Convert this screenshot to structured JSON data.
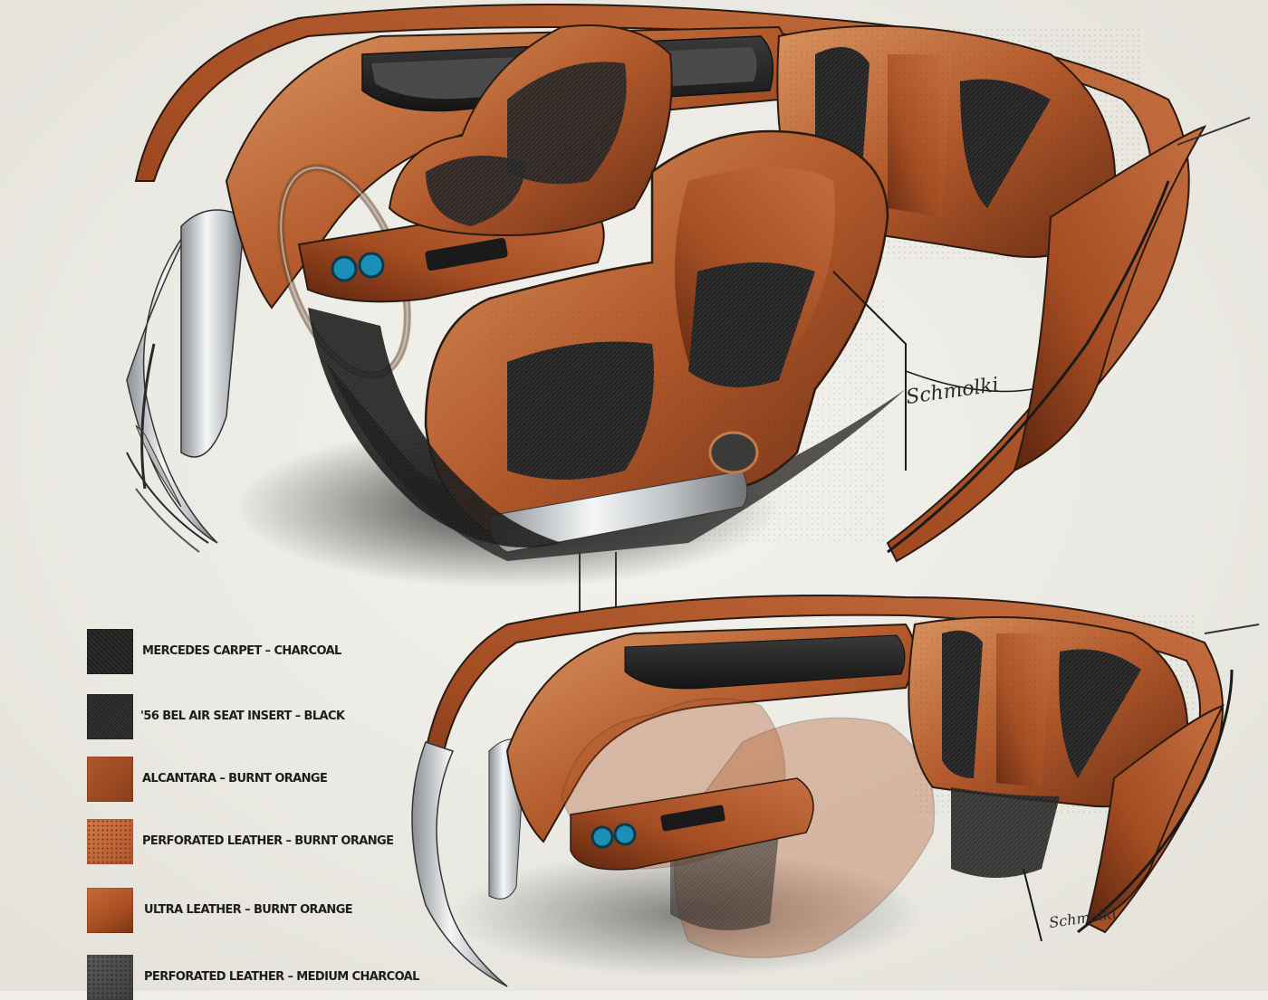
{
  "sketch": {
    "signature": "Schmolki",
    "colors": {
      "paper": "#efeee9",
      "leather_burnt_orange": "#b2592c",
      "leather_highlight": "#d9935e",
      "leather_shadow": "#6a2d12",
      "charcoal": "#242424",
      "chrome": "#cfd3d6"
    },
    "views": [
      {
        "name": "interior-view-driver-seat",
        "description_icon": "car-interior-sketch-icon"
      },
      {
        "name": "interior-view-rear-bench",
        "description_icon": "car-interior-sketch-icon"
      }
    ]
  },
  "legend": {
    "items": [
      {
        "label": "Mercedes Carpet – Charcoal",
        "swatch_color": "#1f1f1f",
        "texture": "carpet"
      },
      {
        "label": "'56 Bel Air Seat Insert – Black",
        "swatch_color": "#2b2b2b",
        "texture": "woven"
      },
      {
        "label": "Alcantara – Burnt Orange",
        "swatch_color": "#9c4a22",
        "texture": "suede"
      },
      {
        "label": "Perforated Leather – Burnt Orange",
        "swatch_color": "#c0643a",
        "texture": "perforated"
      },
      {
        "label": "Ultra Leather – Burnt Orange",
        "swatch_color": "#b1582b",
        "texture": "smooth"
      },
      {
        "label": "Perforated Leather – Medium Charcoal",
        "swatch_color": "#4b4b4b",
        "texture": "perforated"
      }
    ]
  }
}
